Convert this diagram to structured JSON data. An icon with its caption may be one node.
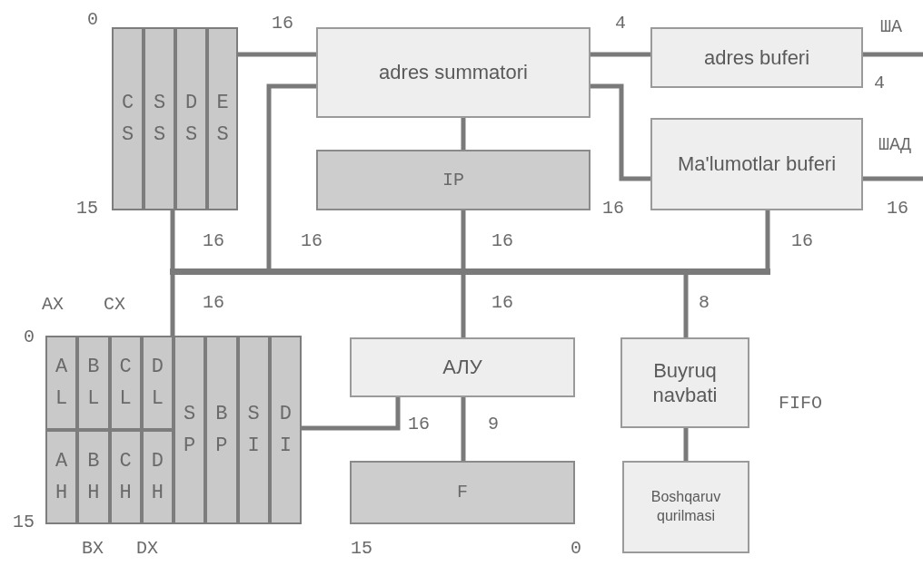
{
  "diagram": {
    "nodes": [
      {
        "text": [],
        "shape": "box"
      },
      {
        "text": [
          "CS"
        ],
        "in": 0
      },
      {
        "text": [
          "SS"
        ],
        "in": 0
      },
      {
        "text": [
          "DS"
        ],
        "in": 0
      },
      {
        "text": [
          "ES"
        ],
        "in": 0
      },
      {
        "text": [
          "adres summatori"
        ]
      },
      {
        "text": [
          "adres buferi"
        ]
      },
      {
        "text": [
          "Ma'lumotlar buferi"
        ]
      },
      {
        "text": [
          "IP"
        ]
      },
      {
        "text": [],
        "shape": "box"
      },
      {
        "text": [
          "AL"
        ],
        "in": 9
      },
      {
        "text": [
          "BL"
        ],
        "in": 9
      },
      {
        "text": [
          "CL"
        ],
        "in": 9
      },
      {
        "text": [
          "DL"
        ],
        "in": 9
      },
      {
        "text": [
          "SP"
        ],
        "in": 9
      },
      {
        "text": [
          "BP"
        ],
        "in": 9
      },
      {
        "text": [
          "SI"
        ],
        "in": 9
      },
      {
        "text": [
          "DI"
        ],
        "in": 9
      },
      {
        "text": [
          "AH"
        ],
        "in": 9
      },
      {
        "text": [
          "BH"
        ],
        "in": 9
      },
      {
        "text": [
          "CH"
        ],
        "in": 9
      },
      {
        "text": [
          "DH"
        ],
        "in": 9
      },
      {
        "text": [
          "АЛУ"
        ]
      },
      {
        "text": [
          "F"
        ]
      },
      {
        "text": [
          "Buyruq navbati"
        ],
        "beside": [
          "FIFO"
        ]
      },
      {
        "text": [
          "Boshqaruv qurilmasi"
        ]
      },
      {
        "text": [],
        "shape": "bar"
      }
    ],
    "edges": [
      {
        "from": 0,
        "to": 5,
        "arrow": "none",
        "label": "16"
      },
      {
        "from": 0,
        "to": 26,
        "arrow": "none",
        "label": "16"
      },
      {
        "from": 26,
        "to": 9,
        "arrow": "none",
        "label": "16"
      },
      {
        "from": 5,
        "to": 26,
        "arrow": "none",
        "label": "16"
      },
      {
        "from": 5,
        "to": 8,
        "arrow": "none"
      },
      {
        "from": 8,
        "to": 26,
        "arrow": "none",
        "label": "16"
      },
      {
        "from": 26,
        "to": 22,
        "arrow": "none",
        "label": "16"
      },
      {
        "from": 5,
        "to": 6,
        "arrow": "none",
        "label": "4"
      },
      {
        "from": 5,
        "to": 7,
        "arrow": "none",
        "label": "16"
      },
      {
        "from": 7,
        "to": 26,
        "arrow": "none",
        "label": "16"
      },
      {
        "from": 26,
        "to": 24,
        "arrow": "none",
        "label": "8"
      },
      {
        "from": 6,
        "to": null,
        "arrow": "none",
        "label": "ША"
      },
      {
        "from": 7,
        "to": null,
        "arrow": "none",
        "label": "ШАД"
      },
      {
        "from": 9,
        "to": 22,
        "arrow": "none",
        "label": "16"
      },
      {
        "from": 22,
        "to": 23,
        "arrow": "none",
        "label": "9"
      },
      {
        "from": 24,
        "to": 25,
        "arrow": "none"
      }
    ],
    "labels": [
      "0",
      "4",
      "15",
      "16",
      "AX",
      "CX",
      "0",
      "15",
      "BX",
      "DX",
      "15",
      "0"
    ]
  }
}
